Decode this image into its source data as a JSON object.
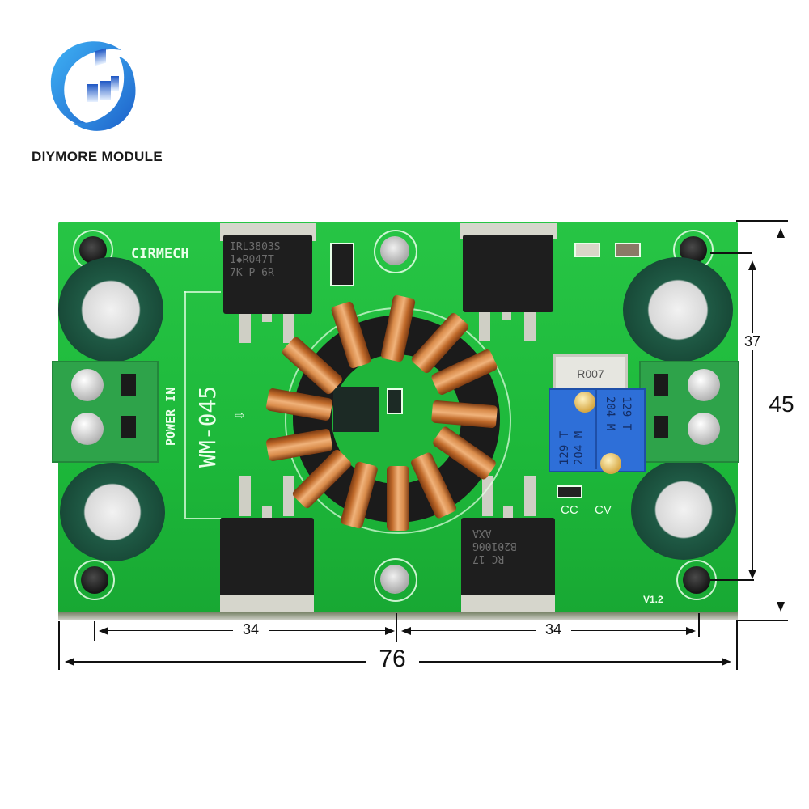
{
  "brand": {
    "name": "DIYMORE MODULE",
    "logo_icon": "diymore-swirl-logo-icon",
    "colors": {
      "primary": "#1e73d8",
      "secondary": "#3aa7f0"
    }
  },
  "board": {
    "color": "#1fbf3c",
    "manufacturer_label": "CIRMECH",
    "model_label": "WM-045",
    "input_label": "POWER IN",
    "version_label": "V1.2",
    "mode_labels": {
      "cc": "CC",
      "cv": "CV"
    },
    "shunt_resistor_label": "R007",
    "potentiometers": [
      {
        "lines": [
          "129",
          "T",
          "M",
          "204"
        ]
      },
      {
        "lines": [
          "129",
          "T",
          "M",
          "204"
        ]
      }
    ],
    "mosfet_top_left": {
      "lines": [
        "IRL3803S",
        "1◆R047T",
        "7K  P  6R"
      ]
    },
    "diode_bottom_right": {
      "lines": [
        "AXA",
        "B20100G",
        "RC  17"
      ]
    }
  },
  "dimensions": {
    "unit": "mm",
    "total_width": "76",
    "hole_spacing_left": "34",
    "hole_spacing_right": "34",
    "total_height": "45",
    "hole_spacing_vertical": "37"
  }
}
